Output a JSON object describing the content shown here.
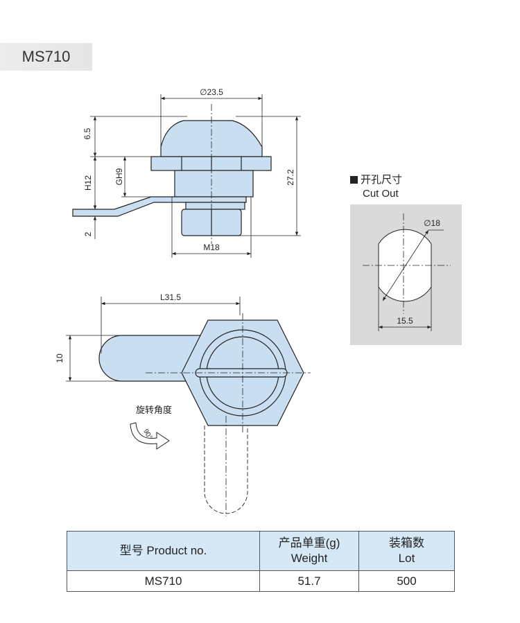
{
  "model_label": "MS710",
  "dimensions": {
    "top_diameter": "∅23.5",
    "cap_height": "6.5",
    "thread_h": "H12",
    "gh": "GH9",
    "cam_thickness": "2",
    "total_height": "27.2",
    "thread": "M18",
    "cam_length": "L31.5",
    "cam_width": "10",
    "cutout_diameter": "∅18",
    "cutout_flat": "15.5"
  },
  "cut_out": {
    "title_cn": "开孔尺寸",
    "title_en": "Cut Out"
  },
  "rotation": {
    "label": "旋转角度",
    "angle": "90°"
  },
  "table": {
    "headers": [
      "型号 Product no.",
      "产品单重(g)\nWeight",
      "装箱数\nLot"
    ],
    "rows": [
      [
        "MS710",
        "51.7",
        "500"
      ]
    ]
  },
  "colors": {
    "part_fill": "#c9def1",
    "cutout_bg": "#dadada",
    "header_bg": "#d6e8f5"
  }
}
